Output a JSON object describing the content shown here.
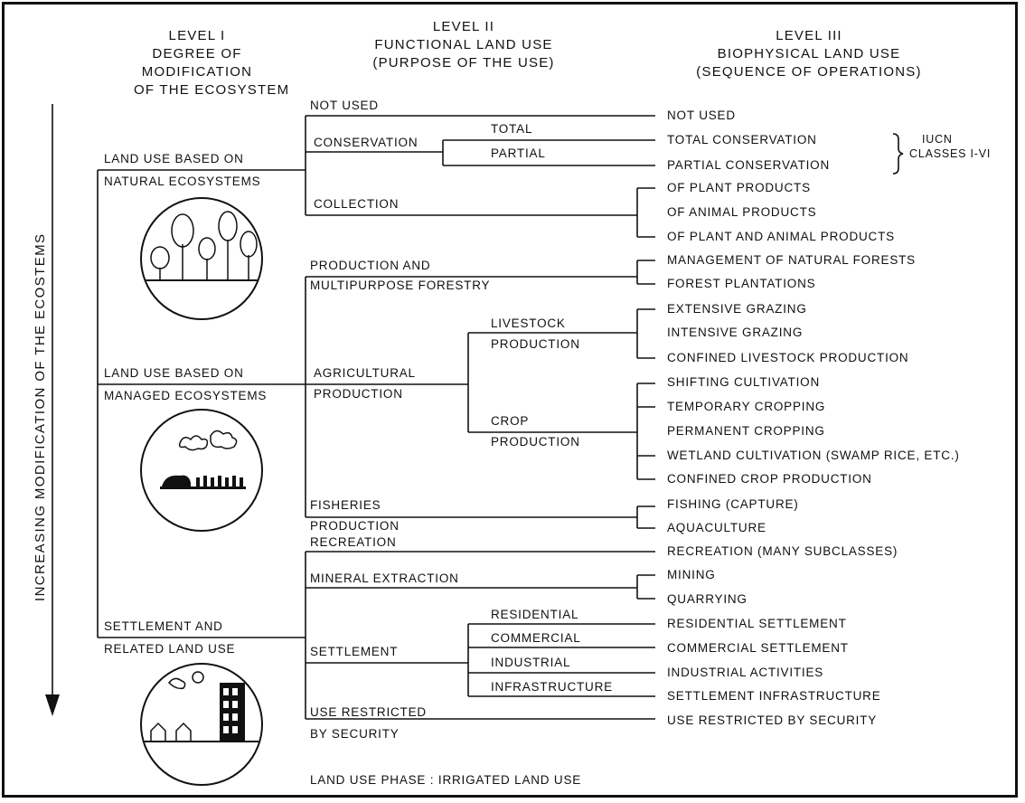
{
  "headers": {
    "level1": [
      "LEVEL I",
      "DEGREE OF",
      "MODIFICATION",
      "OF THE ECOSYSTEM"
    ],
    "level2": [
      "LEVEL II",
      "FUNCTIONAL LAND USE",
      "(PURPOSE OF THE USE)"
    ],
    "level3": [
      "LEVEL III",
      "BIOPHYSICAL LAND USE",
      "(SEQUENCE OF OPERATIONS)"
    ]
  },
  "side_axis_label": "INCREASING MODIFICATION OF THE ECOSTEMS",
  "level1": {
    "natural": [
      "LAND USE BASED ON",
      "NATURAL ECOSYSTEMS"
    ],
    "managed": [
      "LAND USE BASED ON",
      "MANAGED  ECOSYSTEMS"
    ],
    "settlement": [
      "SETTLEMENT AND",
      "RELATED LAND USE"
    ]
  },
  "level2": {
    "not_used": "NOT USED",
    "conservation": "CONSERVATION",
    "total": "TOTAL",
    "partial": "PARTIAL",
    "collection": "COLLECTION",
    "forestry": [
      "PRODUCTION AND",
      "MULTIPURPOSE FORESTRY"
    ],
    "livestock": [
      "LIVESTOCK",
      "PRODUCTION"
    ],
    "agricultural": [
      "AGRICULTURAL",
      "PRODUCTION"
    ],
    "crop": [
      "CROP",
      "PRODUCTION"
    ],
    "fisheries": [
      "FISHERIES",
      "PRODUCTION"
    ],
    "recreation": "RECREATION",
    "mineral": "MINERAL  EXTRACTION",
    "settlement": "SETTLEMENT",
    "residential": "RESIDENTIAL",
    "commercial": "COMMERCIAL",
    "industrial": "INDUSTRIAL",
    "infrastructure": "INFRASTRUCTURE",
    "restricted": [
      "USE RESTRICTED",
      "BY SECURITY"
    ]
  },
  "level3": [
    "NOT USED",
    "TOTAL CONSERVATION",
    "PARTIAL CONSERVATION",
    "OF PLANT PRODUCTS",
    "OF ANIMAL PRODUCTS",
    "OF PLANT AND ANIMAL PRODUCTS",
    "MANAGEMENT OF NATURAL FORESTS",
    "FOREST PLANTATIONS",
    "EXTENSIVE GRAZING",
    "INTENSIVE GRAZING",
    "CONFINED LIVESTOCK PRODUCTION",
    "SHIFTING CULTIVATION",
    "TEMPORARY CROPPING",
    "PERMANENT CROPPING",
    "WETLAND CULTIVATION  (SWAMP RICE, ETC.)",
    "CONFINED CROP PRODUCTION",
    "FISHING (CAPTURE)",
    "AQUACULTURE",
    "RECREATION (MANY SUBCLASSES)",
    "MINING",
    "QUARRYING",
    "RESIDENTIAL SETTLEMENT",
    "COMMERCIAL  SETTLEMENT",
    "INDUSTRIAL ACTIVITIES",
    "SETTLEMENT INFRASTRUCTURE",
    "USE RESTRICTED BY SECURITY"
  ],
  "iucn": [
    "IUCN",
    "CLASSES I-VI"
  ],
  "footer": "LAND USE PHASE : IRRIGATED LAND USE"
}
